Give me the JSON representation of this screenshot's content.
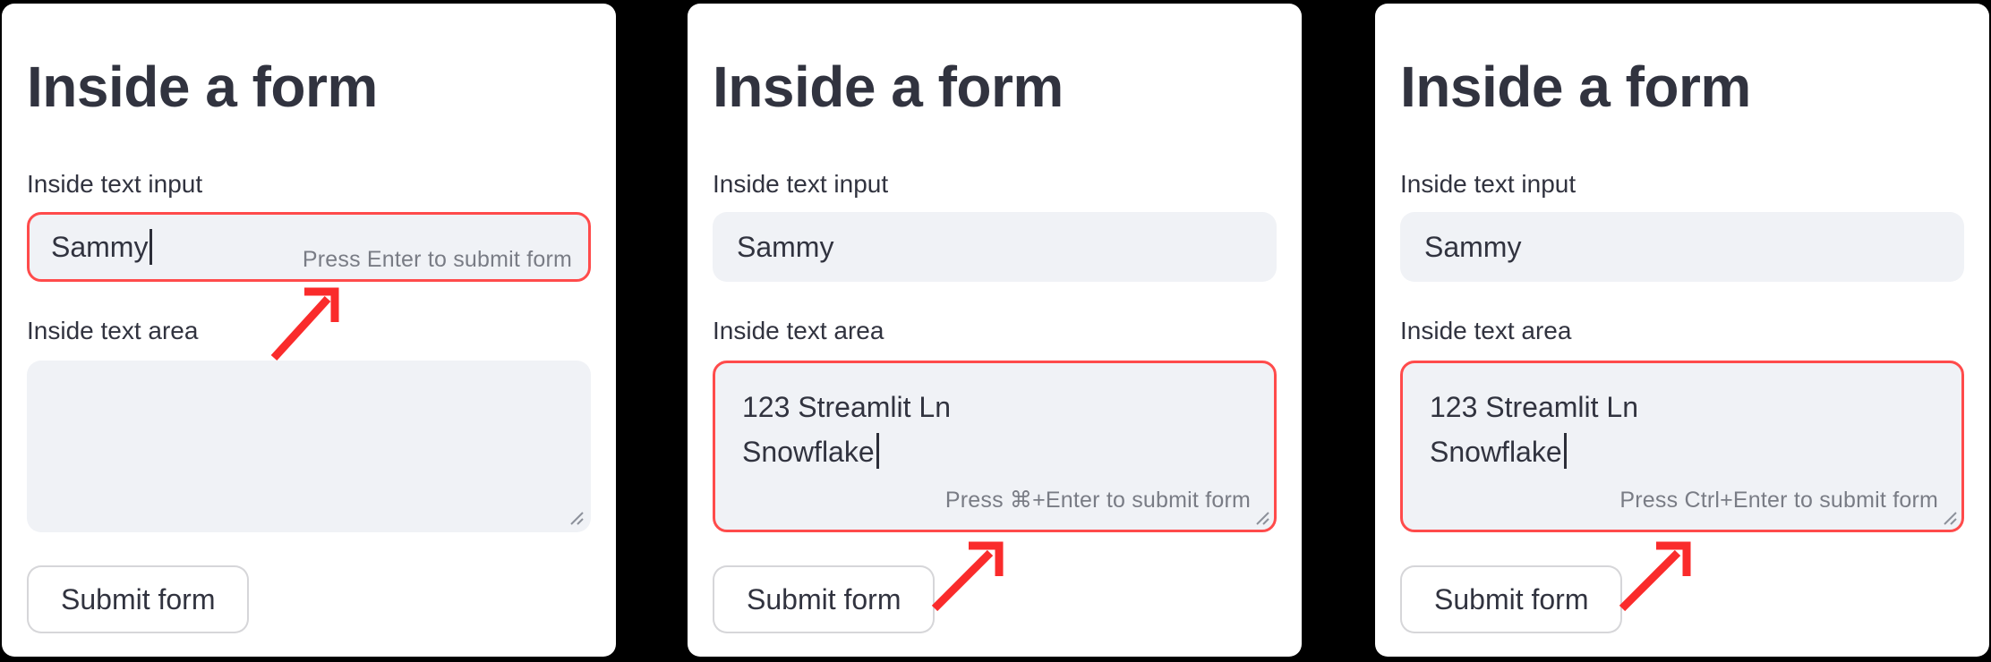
{
  "colors": {
    "page_background": "#000000",
    "panel_background": "#ffffff",
    "text": "#31333F",
    "hint_text": "#7d7f89",
    "widget_background": "#F0F2F6",
    "focus_border": "#FF4B4B",
    "annotation_arrow": "#FA2B2B"
  },
  "panels": [
    {
      "heading": "Inside a form",
      "input": {
        "label": "Inside text input",
        "value": "Sammy",
        "focused": true,
        "hint": "Press Enter to submit form"
      },
      "textarea": {
        "label": "Inside text area",
        "lines": [],
        "focused": false,
        "hint": ""
      },
      "submit_label": "Submit form"
    },
    {
      "heading": "Inside a form",
      "input": {
        "label": "Inside text input",
        "value": "Sammy",
        "focused": false,
        "hint": ""
      },
      "textarea": {
        "label": "Inside text area",
        "lines": [
          "123 Streamlit Ln",
          "Snowflake"
        ],
        "focused": true,
        "hint": "Press ⌘+Enter to submit form"
      },
      "submit_label": "Submit form"
    },
    {
      "heading": "Inside a form",
      "input": {
        "label": "Inside text input",
        "value": "Sammy",
        "focused": false,
        "hint": ""
      },
      "textarea": {
        "label": "Inside text area",
        "lines": [
          "123 Streamlit Ln",
          "Snowflake"
        ],
        "focused": true,
        "hint": "Press Ctrl+Enter to submit form"
      },
      "submit_label": "Submit form"
    }
  ]
}
